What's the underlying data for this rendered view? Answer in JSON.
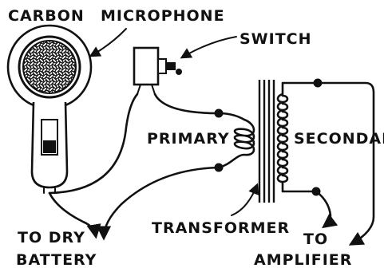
{
  "labels": {
    "carbon": "CARBON",
    "microphone": "MICROPHONE",
    "switch": "SWITCH",
    "primary": "PRIMARY",
    "secondary": "SECONDARY",
    "transformer": "TRANSFORMER",
    "to_dry": "TO DRY",
    "battery": "BATTERY",
    "to": "TO",
    "amplifier": "AMPLIFIER"
  },
  "colors": {
    "ink": "#111111",
    "background": "#ffffff"
  },
  "icons": {
    "microphone": "carbon-microphone-icon",
    "switch": "toggle-switch-icon",
    "transformer": "transformer-icon"
  }
}
